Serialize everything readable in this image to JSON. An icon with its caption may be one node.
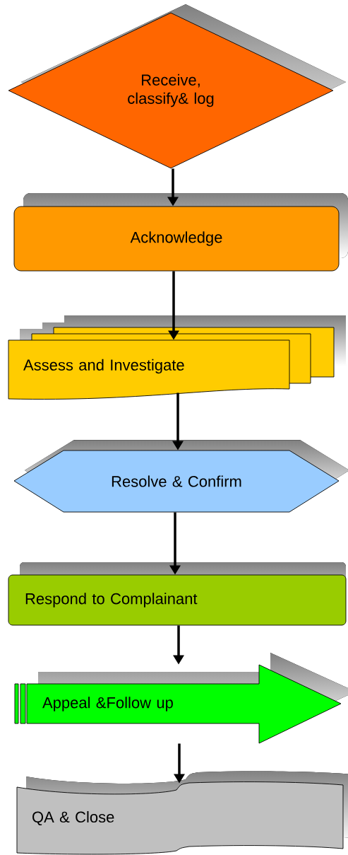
{
  "diagram": {
    "nodes": [
      {
        "text": [
          "Receive, classify& log"
        ]
      },
      {
        "text": [
          "Acknowledge"
        ]
      },
      {
        "text": [
          "Assess and Investigate"
        ]
      },
      {
        "text": [
          "Resolve & Confirm"
        ]
      },
      {
        "text": [
          "Respond to Complainant"
        ]
      },
      {
        "text": [
          "Appeal &Follow up"
        ]
      },
      {
        "text": [
          "QA & Close"
        ]
      }
    ],
    "edges": [
      {
        "from": 0,
        "to": 1,
        "arrow": "to"
      },
      {
        "from": 1,
        "to": 2,
        "arrow": "to"
      },
      {
        "from": 2,
        "to": 3,
        "arrow": "to"
      },
      {
        "from": 3,
        "to": 4,
        "arrow": "to"
      },
      {
        "from": 4,
        "to": 5,
        "arrow": "to"
      },
      {
        "from": 5,
        "to": 6,
        "arrow": "to"
      }
    ]
  }
}
